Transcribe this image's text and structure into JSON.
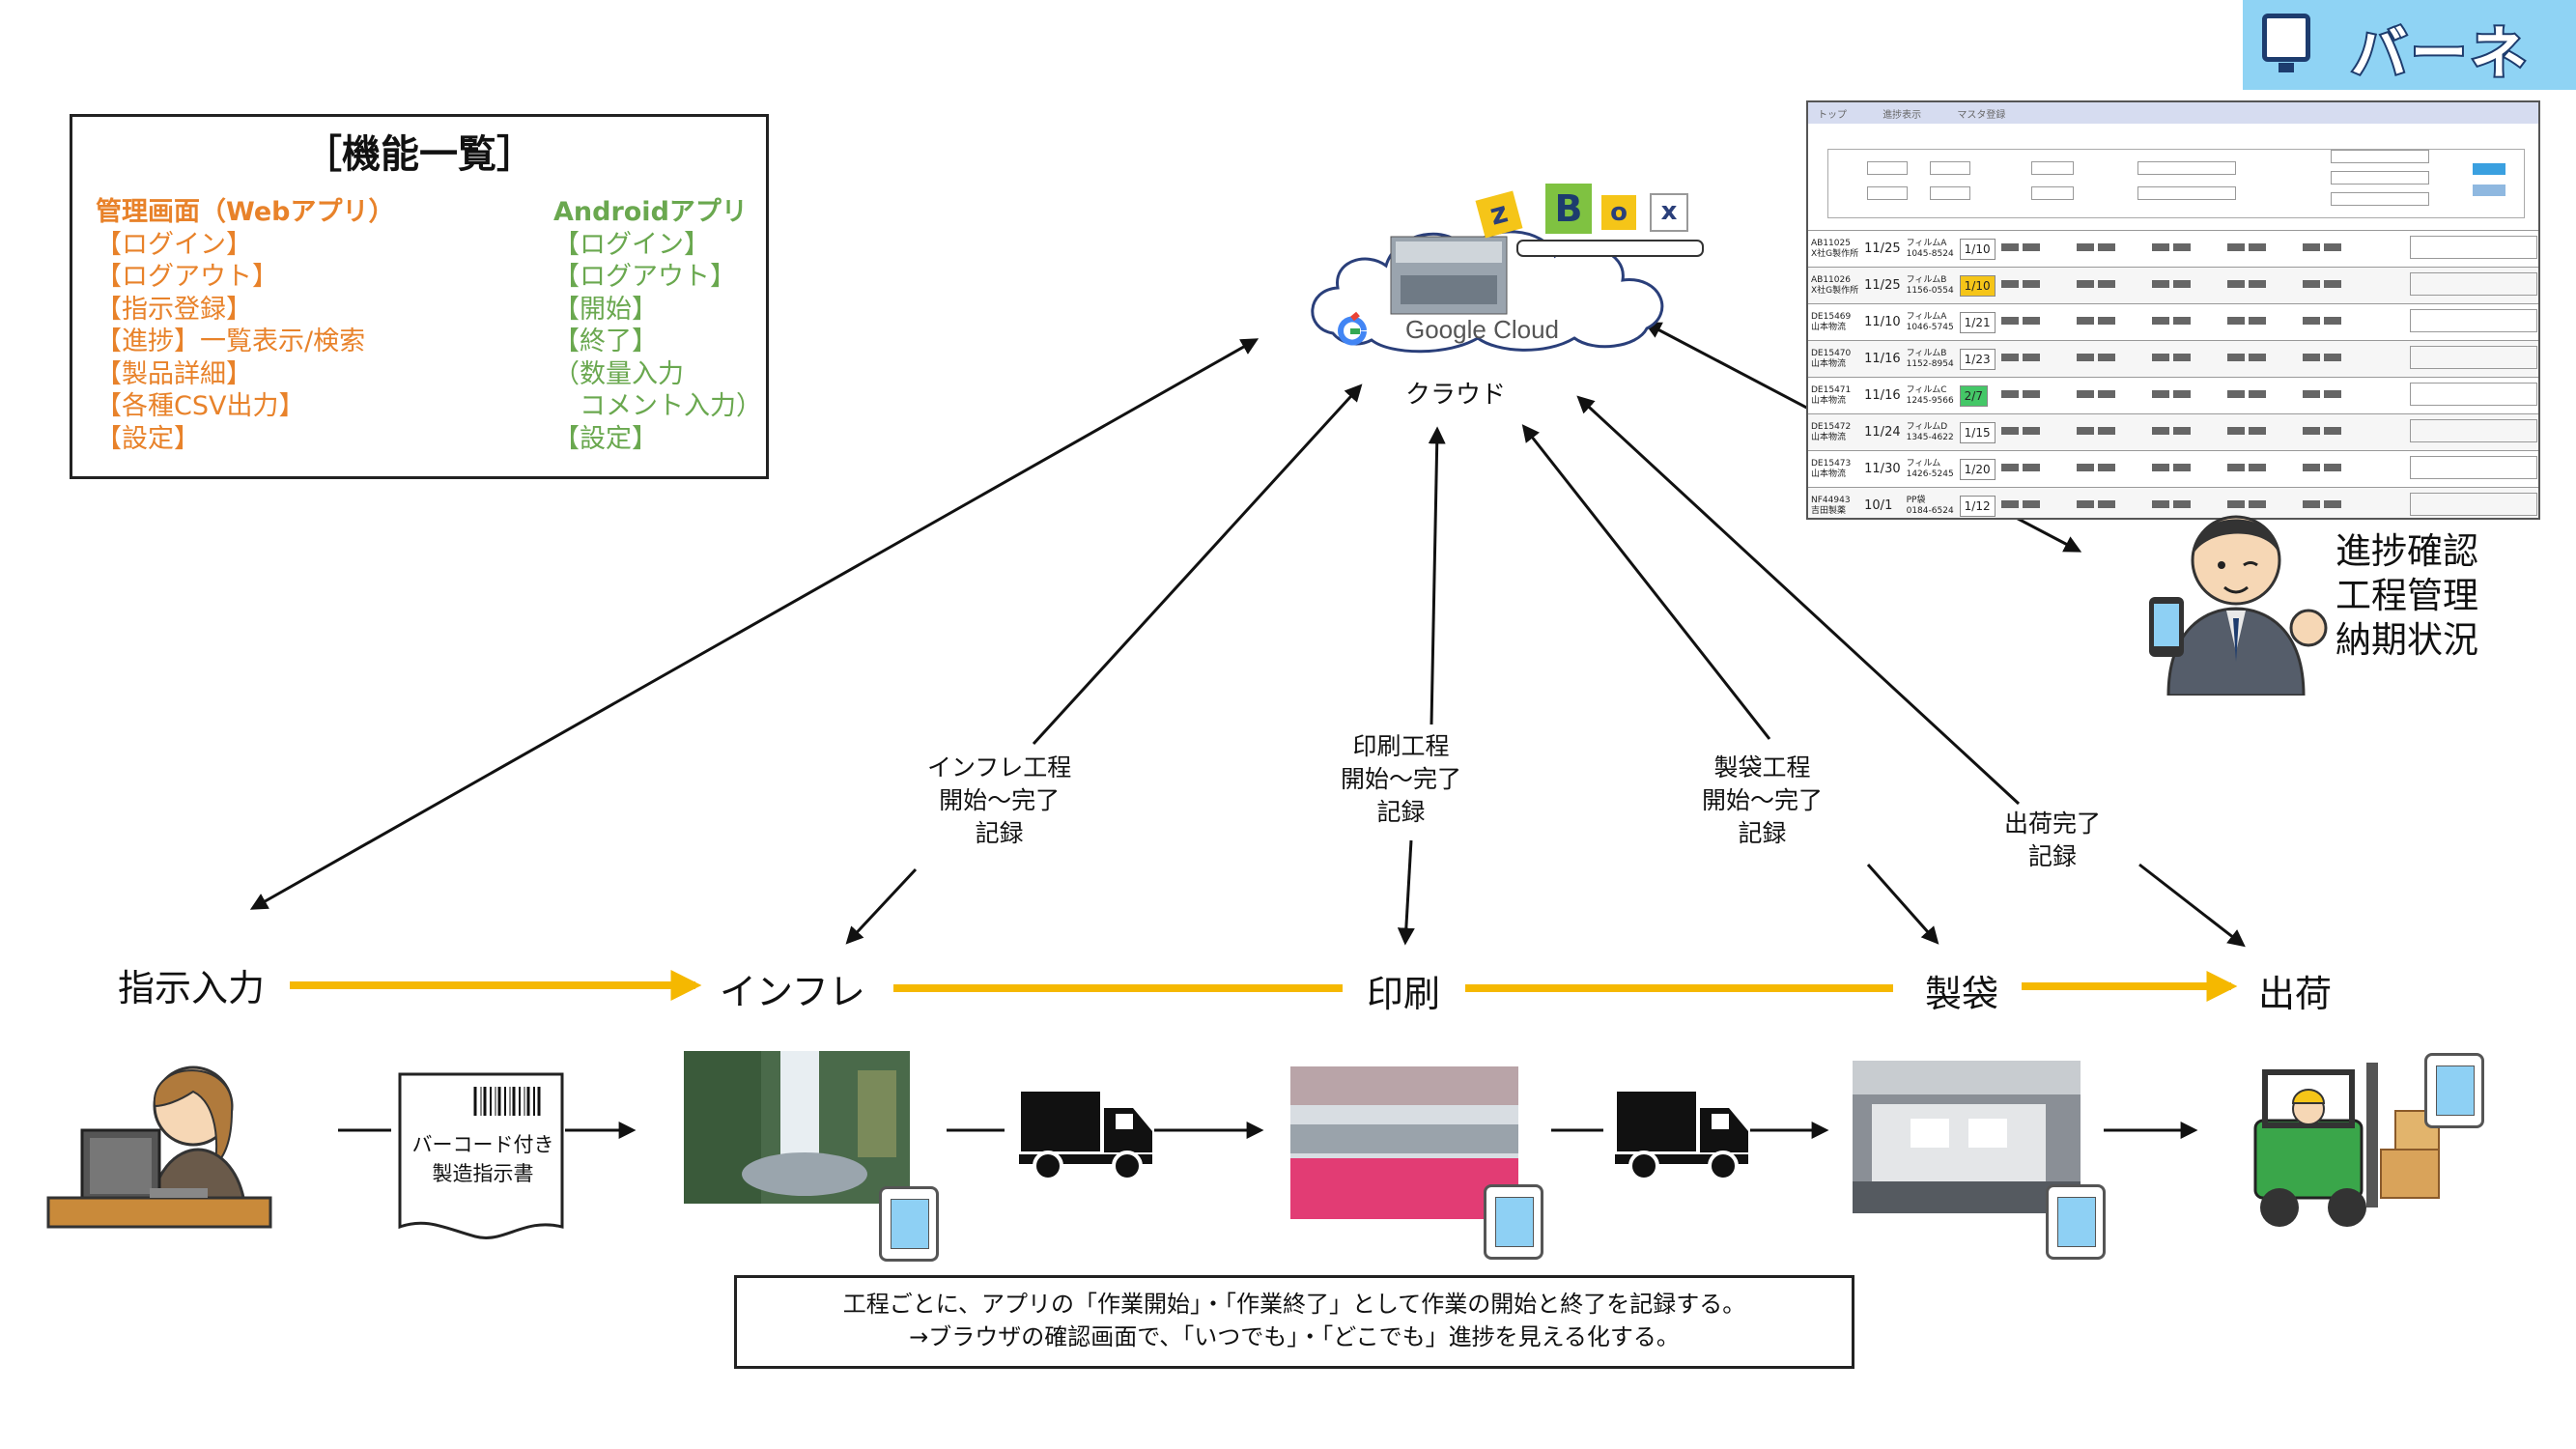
{
  "logo": {
    "text": "バーネット"
  },
  "features": {
    "title": "［機能一覧］",
    "web": {
      "heading": "管理画面（Webアプリ）",
      "items": [
        "【ログイン】",
        "【ログアウト】",
        "【指示登録】",
        "【進捗】一覧表示/検索",
        "【製品詳細】",
        "【各種CSV出力】",
        "【設定】"
      ]
    },
    "android": {
      "heading": "Androidアプリ",
      "items": [
        "【ログイン】",
        "【ログアウト】",
        "【開始】",
        "【終了】",
        "（数量入力",
        "　コメント入力）",
        "【設定】"
      ]
    }
  },
  "cloud": {
    "service": "Google Cloud",
    "label": "クラウド",
    "zbox": "zBox"
  },
  "dashboard": {
    "nav": [
      "トップ",
      "進捗表示",
      "マスタ登録"
    ],
    "rows": [
      {
        "id": "AB11025",
        "cust": "X社G製作所",
        "date": "11/25",
        "prod": "フィルムA",
        "code": "1045-8524",
        "due": "1/10",
        "due_color": "#ffffff"
      },
      {
        "id": "AB11026",
        "cust": "X社G製作所",
        "date": "11/25",
        "prod": "フィルムB",
        "code": "1156-0554",
        "due": "1/10",
        "due_color": "#f5c518"
      },
      {
        "id": "DE15469",
        "cust": "山本物流",
        "date": "11/10",
        "prod": "フィルムA",
        "code": "1046-5745",
        "due": "1/21",
        "due_color": "#ffffff"
      },
      {
        "id": "DE15470",
        "cust": "山本物流",
        "date": "11/16",
        "prod": "フィルムB",
        "code": "1152-8954",
        "due": "1/23",
        "due_color": "#ffffff"
      },
      {
        "id": "DE15471",
        "cust": "山本物流",
        "date": "11/16",
        "prod": "フィルムC",
        "code": "1245-9566",
        "due": "2/7",
        "due_color": "#44c767"
      },
      {
        "id": "DE15472",
        "cust": "山本物流",
        "date": "11/24",
        "prod": "フィルムD",
        "code": "1345-4622",
        "due": "1/15",
        "due_color": "#ffffff"
      },
      {
        "id": "DE15473",
        "cust": "山本物流",
        "date": "11/30",
        "prod": "フィルム",
        "code": "1426-5245",
        "due": "1/20",
        "due_color": "#ffffff"
      },
      {
        "id": "NF44943",
        "cust": "吉田製薬",
        "date": "10/1",
        "prod": "PP袋",
        "code": "0184-6524",
        "due": "1/12",
        "due_color": "#ffffff"
      }
    ]
  },
  "management": {
    "lines": [
      "進捗確認",
      "工程管理",
      "納期状況"
    ]
  },
  "arrow_labels": {
    "inflation": [
      "インフレ工程",
      "開始～完了",
      "記録"
    ],
    "printing": [
      "印刷工程",
      "開始～完了",
      "記録"
    ],
    "bagmaking": [
      "製袋工程",
      "開始～完了",
      "記録"
    ],
    "shipping": [
      "出荷完了",
      "記録"
    ]
  },
  "steps": [
    "指示入力",
    "インフレ",
    "印刷",
    "製袋",
    "出荷"
  ],
  "document": {
    "lines": [
      "バーコード付き",
      "製造指示書"
    ]
  },
  "note": {
    "line1": "工程ごとに、アプリの「作業開始」・「作業終了」として作業の開始と終了を記録する。",
    "line2": "→ブラウザの確認画面で、「いつでも」・「どこでも」進捗を見える化する。"
  },
  "colors": {
    "flow_arrow": "#f5b800",
    "web": "#e8822a",
    "android": "#6aa84f",
    "logo_bg": "#8fd3f4"
  }
}
